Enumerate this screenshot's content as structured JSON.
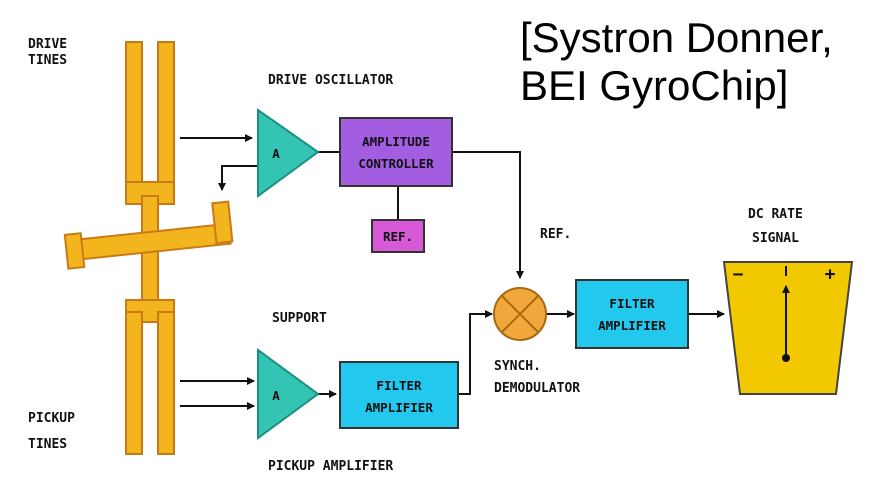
{
  "caption": {
    "line1": "[Systron Donner,",
    "line2": "BEI GyroChip]"
  },
  "labels": {
    "drive_tines": [
      "DRIVE",
      "TINES"
    ],
    "pickup_tines": [
      "PICKUP",
      "TINES"
    ],
    "drive_oscillator": "DRIVE OSCILLATOR",
    "support": "SUPPORT",
    "pickup_amplifier": "PICKUP AMPLIFIER",
    "ref": "REF.",
    "synch_demodulator": [
      "SYNCH.",
      "DEMODULATOR"
    ],
    "dc_rate_signal": [
      "DC RATE",
      "SIGNAL"
    ]
  },
  "blocks": {
    "drive_amp": "A",
    "pickup_amp": "A",
    "amplitude_controller": [
      "AMPLITUDE",
      "CONTROLLER"
    ],
    "ref_box": "REF.",
    "filter_amplifier_bottom": [
      "FILTER",
      "AMPLIFIER"
    ],
    "filter_amplifier_right": [
      "FILTER",
      "AMPLIFIER"
    ]
  },
  "meter": {
    "minus": "−",
    "plus": "+"
  },
  "colors": {
    "tuning_fork": "#f2b51e",
    "tuning_fork_edge": "#c97a16",
    "amplifier": "#33c4b4",
    "amplitude_controller": "#a35de0",
    "ref_box": "#d65ad8",
    "filter_amplifier": "#23c8ee",
    "demodulator": "#f2a73c",
    "meter": "#f2c800"
  }
}
